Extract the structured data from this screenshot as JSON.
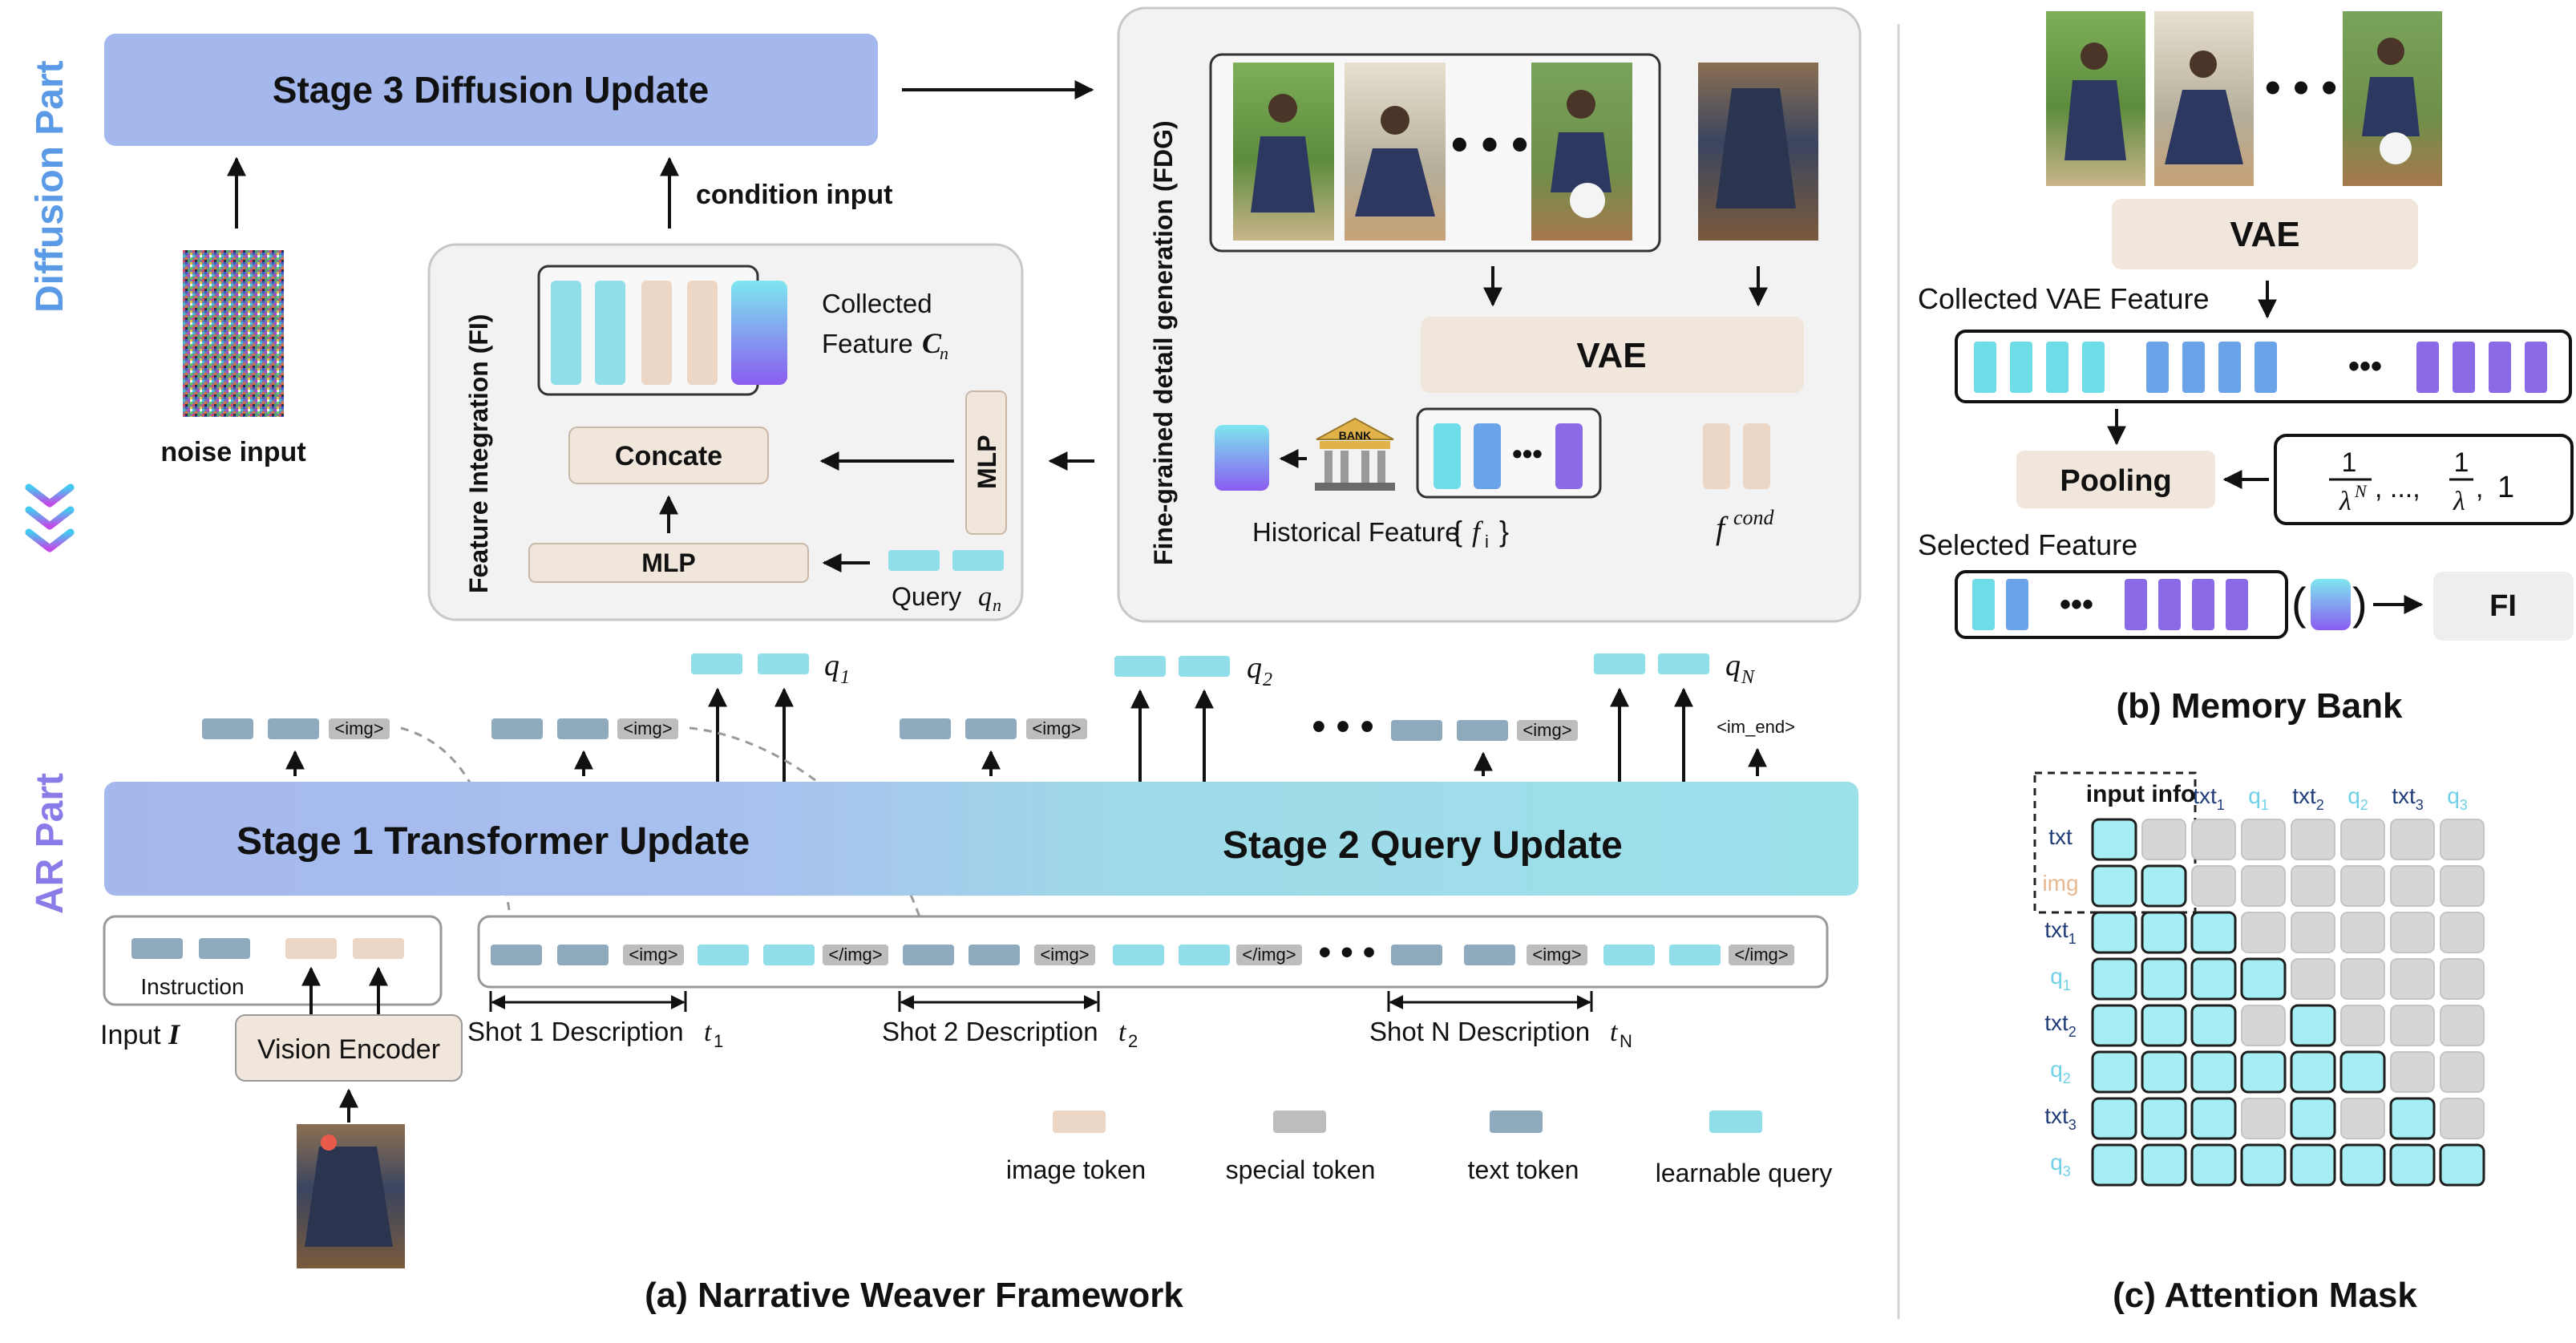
{
  "side_labels": {
    "diffusion": "Diffusion Part",
    "ar": "AR Part"
  },
  "stage3": "Stage 3 Diffusion Update",
  "stage1": "Stage 1 Transformer Update",
  "stage2": "Stage 2 Query Update",
  "noise_input": "noise input",
  "condition_input": "condition input",
  "fi": {
    "title": "Feature Integration (FI)",
    "collected": "Collected",
    "feature": "Feature",
    "c_sym": "C",
    "c_sub": "n",
    "concate": "Concate",
    "mlp": "MLP",
    "mlp_vertical": "MLP",
    "query": "Query",
    "q_sym": "q",
    "q_sub": "n"
  },
  "fdg": {
    "title": "Fine-grained detail generation (FDG)",
    "vae": "VAE",
    "bank": "BANK",
    "historical": "Historical Feature",
    "f_sym": "f",
    "f_sub": "i",
    "fcond_f": "f",
    "fcond_sup": "cond"
  },
  "tokens": {
    "img": "<img>",
    "img_close": "</img>",
    "im_end": "<im_end>",
    "q1": "q",
    "q1_sub": "1",
    "q2": "q",
    "q2_sub": "2",
    "qN": "q",
    "qN_sub": "N"
  },
  "input": {
    "instruction": "Instruction",
    "label": "Input",
    "label_sym": "I",
    "vision_encoder": "Vision Encoder"
  },
  "shots": [
    {
      "label": "Shot 1 Description",
      "sym": "t",
      "sub": "1"
    },
    {
      "label": "Shot 2 Description",
      "sym": "t",
      "sub": "2"
    },
    {
      "label": "Shot N Description",
      "sym": "t",
      "sub": "N"
    }
  ],
  "legend": [
    "image token",
    "special token",
    "text token",
    "learnable query"
  ],
  "caption_a": "(a) Narrative Weaver Framework",
  "memory": {
    "vae": "VAE",
    "collected": "Collected VAE Feature",
    "pooling": "Pooling",
    "selected": "Selected Feature",
    "fi": "FI",
    "lam_num": "1",
    "lam_den": "λ",
    "lam_sup": "N",
    "lam_tail": "1",
    "ellipsis_comma": ", ...,",
    "caption": "(b) Memory Bank"
  },
  "attention": {
    "header": "input info",
    "cols": [
      {
        "t": "txt",
        "s": "1",
        "q": false
      },
      {
        "t": "q",
        "s": "1",
        "q": true
      },
      {
        "t": "txt",
        "s": "2",
        "q": false
      },
      {
        "t": "q",
        "s": "2",
        "q": true
      },
      {
        "t": "txt",
        "s": "3",
        "q": false
      },
      {
        "t": "q",
        "s": "3",
        "q": true
      }
    ],
    "rows": [
      {
        "t": "txt",
        "s": "",
        "k": "txt"
      },
      {
        "t": "img",
        "s": "",
        "k": "img"
      },
      {
        "t": "txt",
        "s": "1",
        "k": "txt"
      },
      {
        "t": "q",
        "s": "1",
        "k": "q"
      },
      {
        "t": "txt",
        "s": "2",
        "k": "txt"
      },
      {
        "t": "q",
        "s": "2",
        "k": "q"
      },
      {
        "t": "txt",
        "s": "3",
        "k": "txt"
      },
      {
        "t": "q",
        "s": "3",
        "k": "q"
      }
    ],
    "mask": [
      [
        1,
        0,
        0,
        0,
        0,
        0,
        0,
        0
      ],
      [
        1,
        1,
        0,
        0,
        0,
        0,
        0,
        0
      ],
      [
        1,
        1,
        1,
        0,
        0,
        0,
        0,
        0
      ],
      [
        1,
        1,
        1,
        1,
        0,
        0,
        0,
        0
      ],
      [
        1,
        1,
        1,
        0,
        1,
        0,
        0,
        0
      ],
      [
        1,
        1,
        1,
        1,
        1,
        1,
        0,
        0
      ],
      [
        1,
        1,
        1,
        0,
        1,
        0,
        1,
        0
      ],
      [
        1,
        1,
        1,
        1,
        1,
        1,
        1,
        1
      ]
    ],
    "caption": "(c) Attention Mask"
  },
  "colors": {
    "stage3": "#a4b8ec",
    "query": "#8fdeea",
    "text_token": "#8fa9bd",
    "special_token": "#bdbdbd",
    "image_token": "#ecd6c5",
    "beige_box": "#f1e6dc",
    "mask_on": "#a5eef3",
    "mask_off": "#d6d6d6",
    "purple": "#8a6ae6",
    "blue": "#6aa3e8",
    "cyan": "#6fdde8"
  }
}
